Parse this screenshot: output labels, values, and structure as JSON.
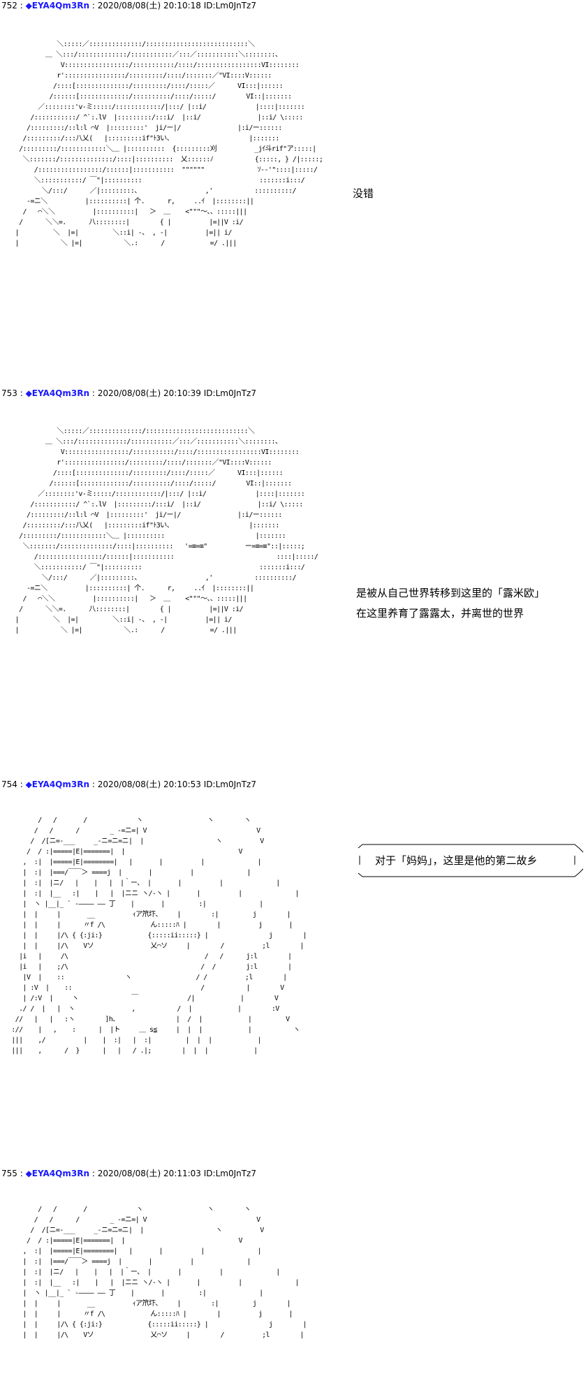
{
  "posts": [
    {
      "number": "752",
      "sep": " : ",
      "name": "◆EYA4Qm3Rn",
      "date": " : 2020/08/08(土) 20:10:18 ID:Lm0JnTz7",
      "dialogue": [
        "没错"
      ],
      "art": "               ＼:::::／::::::::::::::/:::::::::::::::::::::::::::＼\n            ＿ ＼:::/:::::::::::::/:::::::::::／:::／:::::::::::＼::::::::、\n                V:::::::::::::::::/:::::::::::/::::/:::::::::::::::::VI::::::::\n               r'::::::::::::::::/:::::::::/::::/:::::::／\"VI::::V::::::\n              /::::[::::::::::::::/:::::::::/::::/:::::／      VI:::|::::::\n             /::::::[:::::::::::::/::::::::::/::::/:::::/        VI::|:::::::\n          ／::::::::'v-ミ:::::/::::::::::::/|:::/ |::i/             |::::|:::::::\n        /:::::::::::/ ^`:.lV  |:::::::::/:::i/  |::i/               |::i/ \\:::::\n       /:::::::::/::l:l ⌒V  |:::::::::'  ji/ー|/               |:i/ー::::::\n      /:::::::::/:::八乂(   |:::::::::if\"ﾄ3い、                    |:::::::\n     /:::::::::/::::::::::::＼＿ |::::::::::  {:::::::::刈          _jｲ斗rif\"ア:::::|\n      ＼:::::::/::::::::::::::/::::|::::::::::  乂::::::ﾉ           {:::::, } /|:::::;\n         /:::::::::::::::::/::::::|:::::::::::  \"\"\"\"\"\"              ｿ-‐'\"::::|:::::/\n         ＼:::::::::::/ ￣\"|::::::::::                               :::::::i:::/\n           ＼/:::/      ／|:::::::::、                 ,'           ::::::::::/\n       -=ニ＼          |::::::::::| 个.      r,     ..ｲ  |::::::::||\n      /   ⌒＼＼          |::::::::::|   ＞  ＿    <\"\"\"〜、、:::::|||\n     /      ＼＼=.      八::::::::|        { |          |=||V :i/\n    |         ＼  |=|         ＼::i| -、 , -|          |=|| i/\n    |           ＼ |=|           ＼.:      /            =/ .|||"
    },
    {
      "number": "753",
      "sep": " : ",
      "name": "◆EYA4Qm3Rn",
      "date": " : 2020/08/08(土) 20:10:39 ID:Lm0JnTz7",
      "dialogue": [
        "是被从自己世界转移到这里的「露米欧」",
        "在这里养育了露露太，并离世的世界"
      ],
      "art": "               ＼:::::／::::::::::::::/:::::::::::::::::::::::::::＼\n            ＿ ＼:::/:::::::::::::/:::::::::::／:::／:::::::::::＼::::::::、\n                V:::::::::::::::::/:::::::::::/::::/:::::::::::::::::VI::::::::\n               r'::::::::::::::::/:::::::::/::::/:::::::／\"VI::::V::::::\n              /::::[::::::::::::::/:::::::::/::::/:::::／      VI:::|::::::\n             /::::::[:::::::::::::/::::::::::/::::/:::::/        VI::|:::::::\n          ／::::::::'v-ミ:::::/::::::::::::/|:::/ |::i/             |::::|:::::::\n        /:::::::::::/ ^`:.lV  |:::::::::/:::i/  |::i/               |::i/ \\:::::\n       /:::::::::/::l:l ⌒V  |:::::::::'  ji/ー|/               |:i/ー::::::\n      /:::::::::/:::八乂(   |:::::::::if\"ﾄ3い、                    |:::::::\n     /:::::::::/::::::::::::＼＿ |::::::::::                        |:::::::\n      ＼:::::::/::::::::::::::/::::|::::::::::   '=≡=≡\"          ー=≡=≡\"::|:::::;\n         /:::::::::::::::::/::::::|:::::::::::                           ::::|:::::/\n         ＼:::::::::::/ ￣\"|::::::::::                               :::::::i:::/\n           ＼/:::/      ／|:::::::::、                 ,'           ::::::::::/\n       -=ニ＼          |::::::::::| 个.      r,     ..ｲ  |::::::::||\n      /   ⌒＼＼          |::::::::::|   ＞  ＿    <\"\"\"〜、、:::::|||\n     /      ＼＼=.      八::::::::|        { |          |=||V :i/\n    |         ＼  |=|         ＼::i| -、 , -|          |=|| i/\n    |           ＼ |=|           ＼.:      /            =/ .|||"
    },
    {
      "number": "754",
      "sep": " : ",
      "name": "◆EYA4Qm3Rn",
      "date": " : 2020/08/08(土) 20:10:53 ID:Lm0JnTz7",
      "dialogue": [
        "对于「妈妈」，这里是他的第二故乡"
      ],
      "art": "          /   /       /             ヽ                 ヽ        ヽ\n         /   /      /        _ -=ニ=| V                             V\n        /  /[ニ=-___     _-ニ=ニ=ニ|  |                   ヽ          V\n       /  / :|=====|E|=======|  |                              V\n      ,  :|  |=====|E|========|   |       |          |              |\n      |  :|  |===/￣￣＞ ====j  |       |          |              |\n      |  :|  |ニ/   |    |   |  |｀ー、 |       |          |              |\n      |  :|  |__   :|    |   |  |ニニ ヽ/-ヽ |       |          |              |\n      |  ヽ |__|_ ` -―――― ―― 丁    |       |         :|              |\n      |  |     |       __          ｨア笊圷、    |        :|         j        |\n      |  |     |      〃f /\\            ん:::::ﾊ |        |          j       |\n      |  |     |/\\ { {:ji:}            {:::::ii:::::} |                j        |\n      |  |     |/\\    Vソ               乂⌒ソ     |        /          ;l        |\n     |i   |     /\\                                    /   /      j:l        |\n     |i   |    ;/\\                                   /  /        j:l        |\n      |V  |    ::                ヽ                 / /          ;l        |\n      | :V  |    ::                                  /           |        V\n      | /:V  |     ヽ              ￣             /|            |        V\n     ./ /  |   |  ヽ               ,           /  |            |        :V\n    //   |   |   :ヽ        ]h、               |  /  |            |         V\n   ://    |   ,    :      |  |ト     ＿ s≦     |  |  |            |           ヽ\n   |||    ,/          |    |  :|   |  :|         |  |  |            |\n   |||    ,      /  }      |   |   / .|;        |  |  |            |"
    },
    {
      "number": "755",
      "sep": " : ",
      "name": "◆EYA4Qm3Rn",
      "date": " : 2020/08/08(土) 20:11:03 ID:Lm0JnTz7",
      "dialogue": [],
      "art": "          /   /       /             ヽ                 ヽ        ヽ\n         /   /      /        _ -=ニ=| V                             V\n        /  /[ニ=-___     _-ニ=ニ=ニ|  |                   ヽ          V\n       /  / :|=====|E|=======|  |                              V\n      ,  :|  |=====|E|========|   |       |          |              |\n      |  :|  |===/￣￣＞ ====j  |       |          |              |\n      |  :|  |ニ/   |    |   |  |｀ー、 |       |          |              |\n      |  :|  |__   :|    |   |  |ニニ ヽ/-ヽ |       |          |              |\n      |  ヽ |__|_ ` -―――― ―― 丁    |       |         :|              |\n      |  |     |       __          ｨア笊圷、    |        :|         j        |\n      |  |     |      〃f /\\            ん:::::ﾊ |        |          j       |\n      |  |     |/\\ { {:ji:}            {:::::ii:::::} |                j        |\n      |  |     |/\\    Vソ               乂⌒ソ     |        /          ;l        |"
    }
  ]
}
